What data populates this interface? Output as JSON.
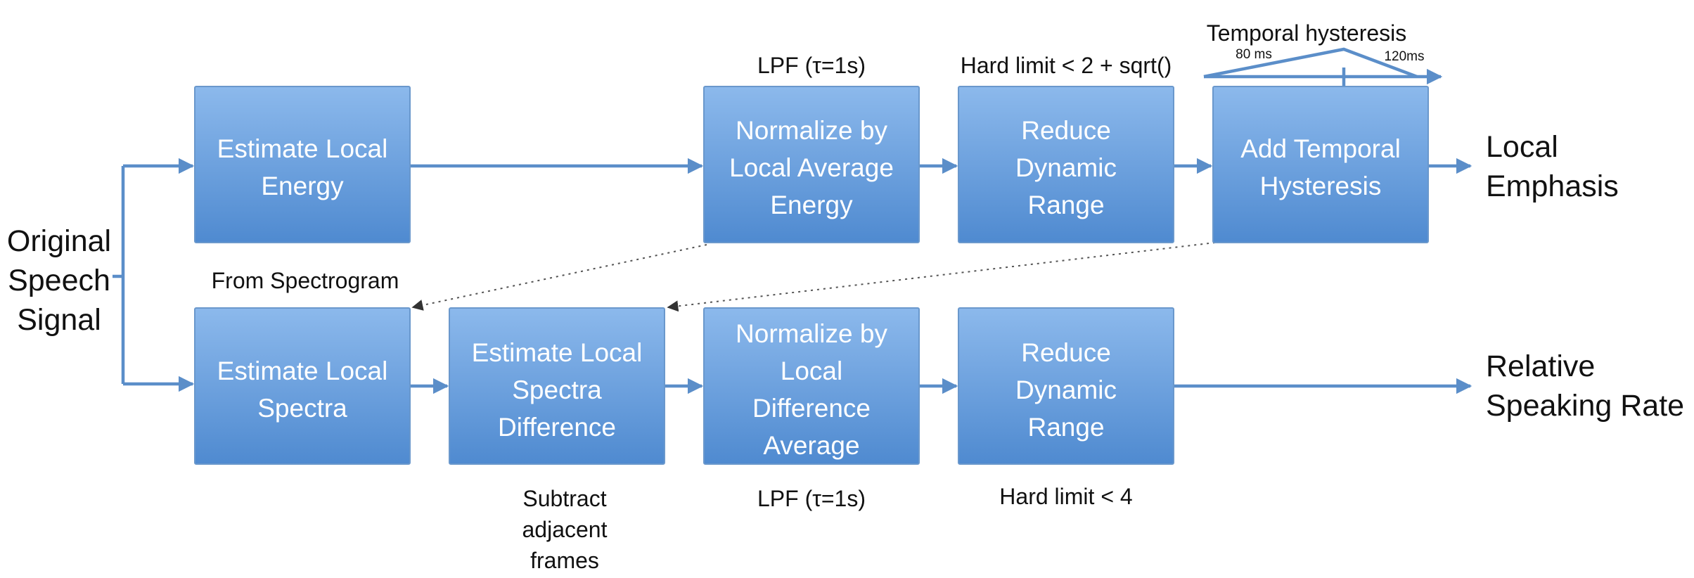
{
  "input": {
    "label_lines": [
      "Original",
      "Speech",
      "Signal"
    ]
  },
  "outputs": {
    "top": [
      "Local",
      "Emphasis"
    ],
    "bottom": [
      "Relative",
      "Speaking Rate"
    ]
  },
  "boxes": {
    "energy": [
      "Estimate Local",
      "Energy"
    ],
    "normalize_energy": [
      "Normalize by",
      "Local Average",
      "Energy"
    ],
    "reduce_top": [
      "Reduce",
      "Dynamic",
      "Range"
    ],
    "hysteresis": [
      "Add Temporal",
      "Hysteresis"
    ],
    "spectra": [
      "Estimate Local",
      "Spectra"
    ],
    "spectra_diff": [
      "Estimate Local",
      "Spectra",
      "Difference"
    ],
    "normalize_diff": [
      "Normalize by",
      "Local",
      "Difference",
      "Average"
    ],
    "reduce_bottom": [
      "Reduce",
      "Dynamic",
      "Range"
    ]
  },
  "annotations": {
    "lpf_top": "LPF (τ=1s)",
    "hard_limit_top": "Hard limit < 2 + sqrt()",
    "temporal_title": "Temporal hysteresis",
    "t80": "80 ms",
    "t120": "120ms",
    "from_spectrogram": "From Spectrogram",
    "subtract": [
      "Subtract",
      "adjacent",
      "frames"
    ],
    "lpf_bottom": "LPF (τ=1s)",
    "hard_limit_bottom": "Hard limit < 4"
  },
  "colors": {
    "box_top": "#8cb9ec",
    "box_bottom": "#4f8ad0",
    "box_border": "#6a98cc",
    "arrow": "#5b8ec9"
  }
}
